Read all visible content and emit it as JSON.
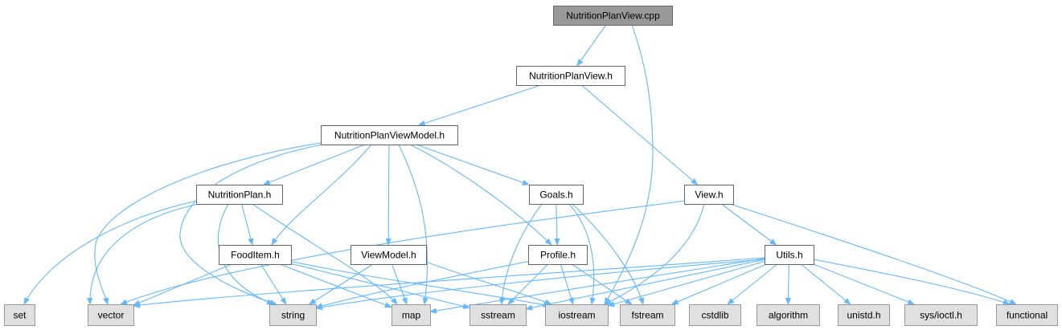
{
  "diagram": {
    "type": "include-dependency-graph",
    "colors": {
      "root_fill": "#999999",
      "header_fill": "#ffffff",
      "system_fill": "#e0e0e0",
      "border": "#666666",
      "system_border": "#999999",
      "edge": "#63b8ff"
    },
    "nodes": [
      {
        "id": "NutritionPlanView.cpp",
        "kind": "root"
      },
      {
        "id": "NutritionPlanView.h",
        "kind": "header"
      },
      {
        "id": "NutritionPlanViewModel.h",
        "kind": "header"
      },
      {
        "id": "NutritionPlan.h",
        "kind": "header"
      },
      {
        "id": "Goals.h",
        "kind": "header"
      },
      {
        "id": "View.h",
        "kind": "header"
      },
      {
        "id": "FoodItem.h",
        "kind": "header"
      },
      {
        "id": "ViewModel.h",
        "kind": "header"
      },
      {
        "id": "Profile.h",
        "kind": "header"
      },
      {
        "id": "Utils.h",
        "kind": "header"
      },
      {
        "id": "set",
        "kind": "system"
      },
      {
        "id": "vector",
        "kind": "system"
      },
      {
        "id": "string",
        "kind": "system"
      },
      {
        "id": "map",
        "kind": "system"
      },
      {
        "id": "sstream",
        "kind": "system"
      },
      {
        "id": "iostream",
        "kind": "system"
      },
      {
        "id": "fstream",
        "kind": "system"
      },
      {
        "id": "cstdlib",
        "kind": "system"
      },
      {
        "id": "algorithm",
        "kind": "system"
      },
      {
        "id": "unistd.h",
        "kind": "system"
      },
      {
        "id": "sys/ioctl.h",
        "kind": "system"
      },
      {
        "id": "functional",
        "kind": "system"
      }
    ],
    "edges": [
      {
        "from": "NutritionPlanView.cpp",
        "to": "NutritionPlanView.h"
      },
      {
        "from": "NutritionPlanView.cpp",
        "to": "iostream"
      },
      {
        "from": "NutritionPlanView.h",
        "to": "NutritionPlanViewModel.h"
      },
      {
        "from": "NutritionPlanView.h",
        "to": "View.h"
      },
      {
        "from": "NutritionPlanViewModel.h",
        "to": "NutritionPlan.h"
      },
      {
        "from": "NutritionPlanViewModel.h",
        "to": "Goals.h"
      },
      {
        "from": "NutritionPlanViewModel.h",
        "to": "FoodItem.h"
      },
      {
        "from": "NutritionPlanViewModel.h",
        "to": "ViewModel.h"
      },
      {
        "from": "NutritionPlanViewModel.h",
        "to": "Profile.h"
      },
      {
        "from": "NutritionPlanViewModel.h",
        "to": "vector"
      },
      {
        "from": "NutritionPlanViewModel.h",
        "to": "string"
      },
      {
        "from": "NutritionPlanViewModel.h",
        "to": "map"
      },
      {
        "from": "NutritionPlan.h",
        "to": "FoodItem.h"
      },
      {
        "from": "NutritionPlan.h",
        "to": "set"
      },
      {
        "from": "NutritionPlan.h",
        "to": "vector"
      },
      {
        "from": "NutritionPlan.h",
        "to": "string"
      },
      {
        "from": "NutritionPlan.h",
        "to": "map"
      },
      {
        "from": "Goals.h",
        "to": "Profile.h"
      },
      {
        "from": "Goals.h",
        "to": "sstream"
      },
      {
        "from": "Goals.h",
        "to": "iostream"
      },
      {
        "from": "Goals.h",
        "to": "fstream"
      },
      {
        "from": "View.h",
        "to": "Utils.h"
      },
      {
        "from": "View.h",
        "to": "vector"
      },
      {
        "from": "View.h",
        "to": "iostream"
      },
      {
        "from": "View.h",
        "to": "functional"
      },
      {
        "from": "FoodItem.h",
        "to": "vector"
      },
      {
        "from": "FoodItem.h",
        "to": "string"
      },
      {
        "from": "FoodItem.h",
        "to": "map"
      },
      {
        "from": "FoodItem.h",
        "to": "sstream"
      },
      {
        "from": "FoodItem.h",
        "to": "iostream"
      },
      {
        "from": "ViewModel.h",
        "to": "string"
      },
      {
        "from": "ViewModel.h",
        "to": "map"
      },
      {
        "from": "ViewModel.h",
        "to": "iostream"
      },
      {
        "from": "Profile.h",
        "to": "string"
      },
      {
        "from": "Profile.h",
        "to": "sstream"
      },
      {
        "from": "Profile.h",
        "to": "iostream"
      },
      {
        "from": "Profile.h",
        "to": "fstream"
      },
      {
        "from": "Utils.h",
        "to": "vector"
      },
      {
        "from": "Utils.h",
        "to": "string"
      },
      {
        "from": "Utils.h",
        "to": "map"
      },
      {
        "from": "Utils.h",
        "to": "sstream"
      },
      {
        "from": "Utils.h",
        "to": "iostream"
      },
      {
        "from": "Utils.h",
        "to": "fstream"
      },
      {
        "from": "Utils.h",
        "to": "cstdlib"
      },
      {
        "from": "Utils.h",
        "to": "algorithm"
      },
      {
        "from": "Utils.h",
        "to": "unistd.h"
      },
      {
        "from": "Utils.h",
        "to": "sys/ioctl.h"
      },
      {
        "from": "Utils.h",
        "to": "functional"
      }
    ]
  }
}
